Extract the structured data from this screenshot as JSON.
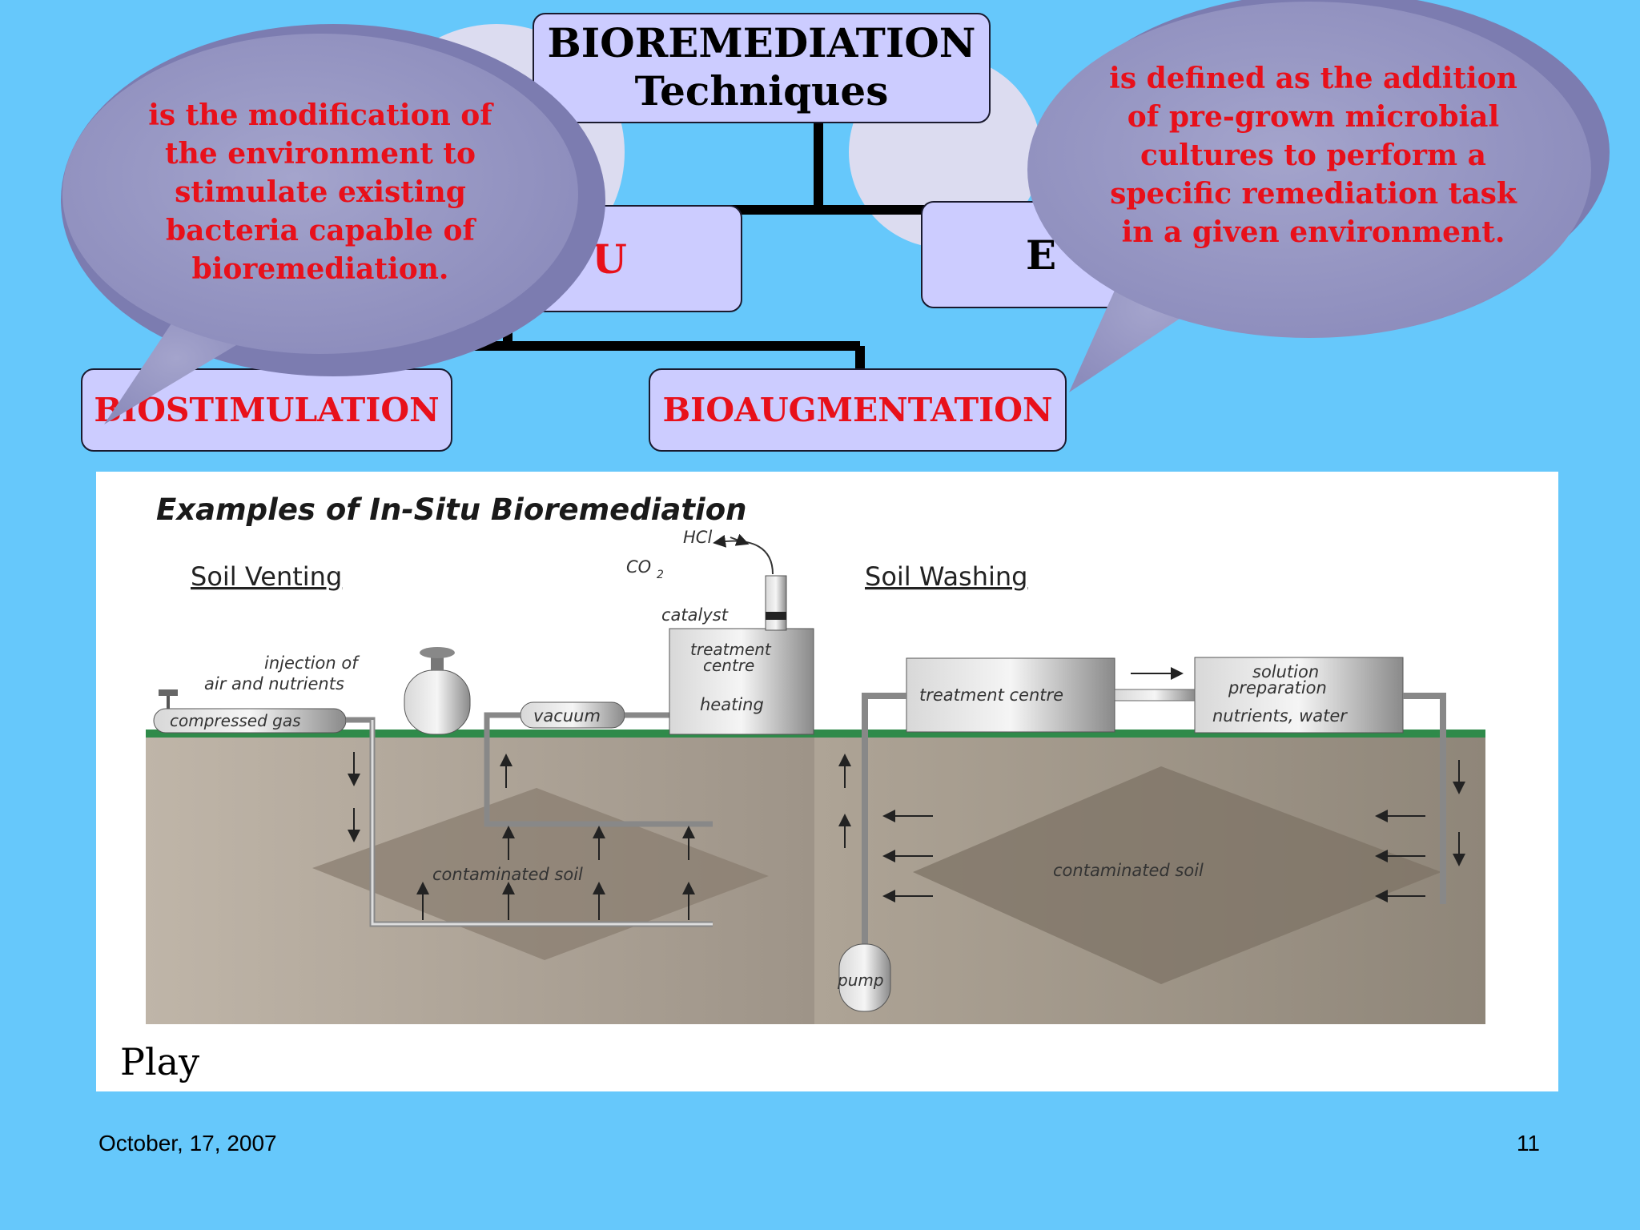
{
  "title": {
    "line1": "BIOREMEDIATION",
    "line2": "Techniques"
  },
  "tree": {
    "insitu_partial": "U",
    "exsitu_partial": "E",
    "biostimulation": "BIOSTIMULATION",
    "bioaugmentation": "BIOAUGMENTATION"
  },
  "callouts": {
    "biostimulation_definition": "is the modification of the environment to stimulate existing bacteria capable of bioremediation.",
    "bioaugmentation_definition": "is defined as the addition of pre-grown microbial cultures to perform a specific remediation task in a given environment."
  },
  "figure": {
    "heading": "Examples of In-Situ Bioremediation",
    "soil_venting": {
      "title": "Soil Venting",
      "injection_line1": "injection of",
      "injection_line2": "air and nutrients",
      "compressed_gas": "compressed gas",
      "vacuum": "vacuum",
      "hcl": "HCl",
      "co2": "CO",
      "co2_sub": "2",
      "catalyst": "catalyst",
      "treatment_line1": "treatment",
      "treatment_line2": "centre",
      "heating": "heating",
      "contaminated_soil": "contaminated soil"
    },
    "soil_washing": {
      "title": "Soil Washing",
      "treatment_centre": "treatment centre",
      "solution_line1": "solution",
      "solution_line2": "preparation",
      "nutrients_water": "nutrients, water",
      "contaminated_soil": "contaminated soil",
      "pump": "pump"
    },
    "play": "Play"
  },
  "footer": {
    "date": "October, 17, 2007",
    "page": "11"
  },
  "colors": {
    "background": "#66c8fb",
    "box_fill": "#ccccff",
    "accent_red": "#e8101a",
    "bubble": "#9a9ac4"
  }
}
